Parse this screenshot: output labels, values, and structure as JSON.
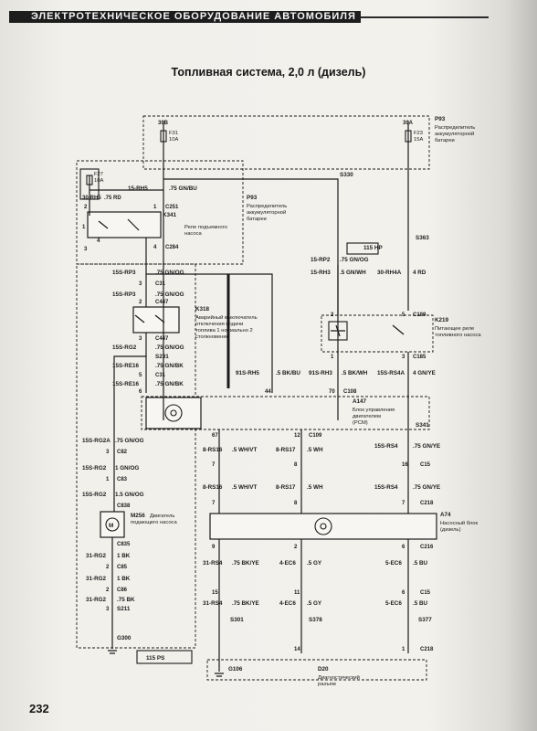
{
  "header": {
    "section": "ЭЛЕКТРОТЕХНИЧЕСКОЕ ОБОРУДОВАНИЕ АВТОМОБИЛЯ"
  },
  "title": "Топливная система, 2,0 л (дизель)",
  "page_number": "232",
  "components": {
    "p93_top": {
      "id": "P93",
      "desc": [
        "Распределитель",
        "аккумуляторной",
        "батареи"
      ]
    },
    "p93_mid": {
      "id": "P93",
      "desc": [
        "Распределитель",
        "аккумуляторной",
        "батареи"
      ]
    },
    "k341": {
      "id": "K341",
      "desc": [
        "Реле подъемного",
        "насоса"
      ]
    },
    "k318": {
      "id": "K318",
      "desc": [
        "Аварийный выключатель",
        "отключения подачи",
        "топлива 1 нормально 2",
        "столкновение"
      ]
    },
    "k219": {
      "id": "K219",
      "desc": [
        "Питающее реле",
        "топливного насоса"
      ]
    },
    "a147": {
      "id": "A147",
      "desc": [
        "Блок управления",
        "двигателем",
        "(PCM)"
      ]
    },
    "a74": {
      "id": "A74",
      "desc": [
        "Насосный блок",
        "(дизель)"
      ]
    },
    "m256": {
      "id": "M256",
      "desc": [
        "Двигатель",
        "подающего насоса"
      ]
    },
    "d20": {
      "id": "D20",
      "desc": [
        "Диагностический",
        "разъем"
      ]
    }
  },
  "fuses": {
    "f31": {
      "id": "F31",
      "rating": "10A",
      "pin": "30B"
    },
    "f23": {
      "id": "F23",
      "rating": "15A",
      "pin": "30A"
    },
    "f27": {
      "id": "F27",
      "rating": "10A"
    }
  },
  "labels": {
    "box_115ps": "115 PS",
    "box_115hp": "115 HP",
    "l_30rh5": "30-RH5",
    "l_75rd": ".75 RD",
    "l_15rh5_top": "15-RH5",
    "l_75gnbu": ".75 GN/BU",
    "s330": "S330",
    "s363": "S363",
    "l_15rp2": "15-RP2",
    "l_75gnog_a": ".75 GN/OG",
    "l_15rh3": "15-RH3",
    "l_5gnwh": ".5 GN/WH",
    "l_30rh4a": "30-RH4A",
    "l_4rd": "4 RD",
    "c189": "C189",
    "c185": "C185",
    "c251": "C251",
    "c284": "C284",
    "c31_1": "C31",
    "c447": "C447",
    "c447b": "C447",
    "c31_2": "C31",
    "s231": "S231",
    "c108": "C108",
    "c109": "C109",
    "c15": "C15",
    "c218": "C218",
    "c15b": "C15",
    "c216": "C216",
    "c218b": "C218",
    "c82": "C82",
    "c83": "C83",
    "c838": "C838",
    "c835": "C835",
    "c85": "C85",
    "c86": "C86",
    "s211": "S211",
    "g300": "G300",
    "g106": "G106",
    "s341": "S341",
    "s301": "S301",
    "s378": "S378",
    "s377": "S377",
    "l_15srp3_a": "15S-RP3",
    "l_75gnog_b": ".75 GN/OG",
    "l_15srp3_b": "15S-RP3",
    "l_75gnog_c": ".75 GN/OG",
    "l_15srg2": "15S-RG2",
    "l_75gnog_d": ".75 GN/OG",
    "l_15sre16": "15S-RE16",
    "l_75gnbk_a": ".75 GN/BK",
    "l_15sre16b": "15S-RE16",
    "l_75gnbk_b": ".75 GN/BK",
    "l_91srh5": "91S-RH5",
    "l_5bkbu": ".5 BK/BU",
    "l_91srh3": "91S-RH3",
    "l_5bkwh": ".5 BK/WH",
    "l_15srs4a": "15S-RS4A",
    "l_4gnye": "4 GN/YE",
    "l_15srg2a": "15S-RG2A",
    "l_75gnog_e": ".75 GN/OG",
    "l_15srg2b": "15S-RG2",
    "l_1gnog": "1 GN/OG",
    "l_15srg2c": "15S-RG2",
    "l_15gnog": "1.5 GN/OG",
    "l_31rg2a": "31-RG2",
    "l_1bk_a": "1 BK",
    "l_31rg2b": "31-RG2",
    "l_1bk_b": "1 BK",
    "l_31rg2c": "31-RG2",
    "l_75bk": ".75 BK",
    "l_8rs16a": "8-RS16",
    "l_5whvt_a": ".5 WH/VT",
    "l_8rs17a": "8-RS17",
    "l_5wh_a": ".5 WH",
    "l_15srs4a2": "15S-RS4",
    "l_75gnye_a": ".75 GN/YE",
    "l_8rs16b": "8-RS16",
    "l_5whvt_b": ".5 WH/VT",
    "l_8rs17b": "8-RS17",
    "l_5wh_b": ".5 WH",
    "l_15srs4b": "15S-RS4",
    "l_75gnye_b": ".75 GN/YE",
    "l_31rs4a": "31-RS4",
    "l_75bkye_a": ".75 BK/YE",
    "l_4ec6a": "4-EC6",
    "l_5gy_a": ".5 GY",
    "l_5ec6a": "5-EC6",
    "l_5bu_a": ".5 BU",
    "l_31rs4b": "31-RS4",
    "l_75bkye_b": ".75 BK/YE",
    "l_4ec6b": "4-EC6",
    "l_5gy_b": ".5 GY",
    "l_5ec6b": "5-EC6",
    "l_5bu_b": ".5 BU"
  },
  "pins": {
    "p_2a": "2",
    "p_3a": "3",
    "p_4a": "4",
    "p_1a": "1",
    "p_3b": "3",
    "p_2b": "2",
    "p_3c": "3",
    "p_1b": "1",
    "p_4b": "4",
    "p_5a": "5",
    "p_6a": "6",
    "p_3d": "3",
    "p_2c": "2",
    "p_5b": "5",
    "p_1c": "1",
    "p_70": "70",
    "p_44": "44",
    "p_67": "67",
    "p_12": "12",
    "p_7a": "7",
    "p_8a": "8",
    "p_16a": "16",
    "p_7b": "7",
    "p_8b": "8",
    "p_7c": "7",
    "p_9a": "9",
    "p_2d": "2",
    "p_6b": "6",
    "p_15": "15",
    "p_11": "11",
    "p_6c": "6",
    "p_14": "14",
    "p_3e": "3",
    "p_1d": "1",
    "p_1e": "1",
    "p_2e": "2",
    "p_2f": "2",
    "p_3f": "3"
  }
}
